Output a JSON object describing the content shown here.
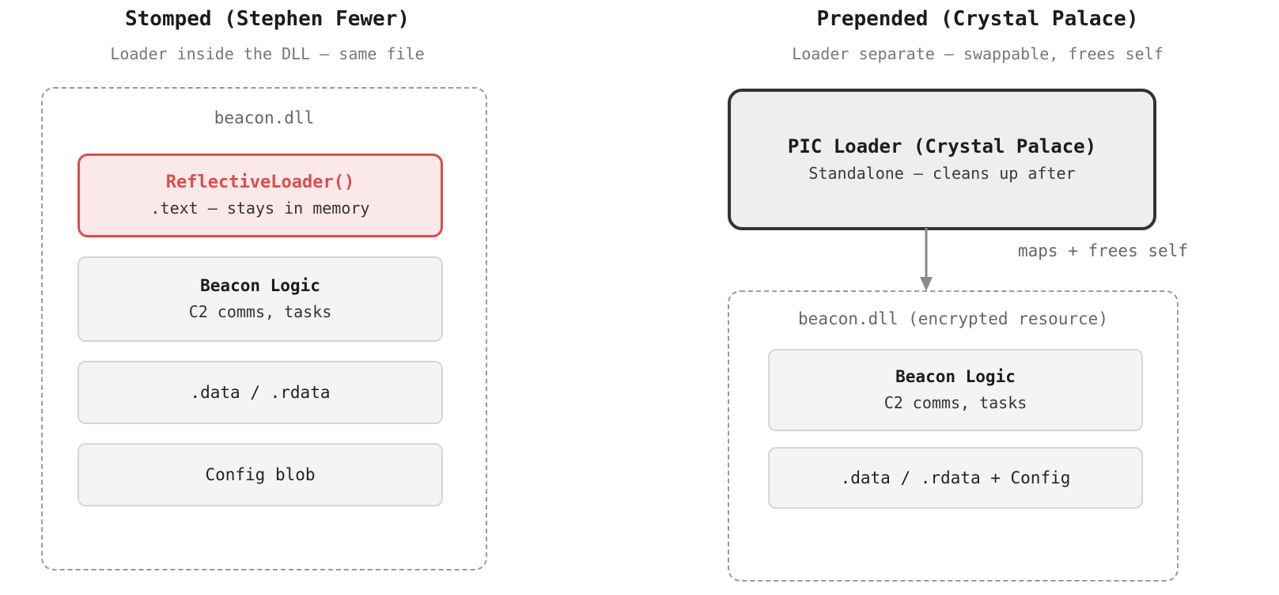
{
  "diagram": {
    "columns": [
      {
        "id": "stomped",
        "title": "Stomped (Stephen Fewer)",
        "subtitle": "Loader inside the DLL — same file",
        "container": {
          "name": "beacon.dll",
          "style": "dashed",
          "label": "beacon.dll"
        },
        "boxes": [
          {
            "id": "reflective-loader",
            "style": "highlight",
            "accent_color": "#dc4c4c",
            "fill_color": "#fbe9e9",
            "title": "ReflectiveLoader()",
            "subtitle": ".text — stays in memory"
          },
          {
            "id": "beacon-logic",
            "style": "plain",
            "fill_color": "#f4f4f4",
            "title": "Beacon Logic",
            "subtitle": "C2 comms, tasks"
          },
          {
            "id": "data-rdata",
            "style": "plain",
            "fill_color": "#f4f4f4",
            "title": ".data / .rdata",
            "subtitle": ""
          },
          {
            "id": "config-blob",
            "style": "plain",
            "fill_color": "#f4f4f4",
            "title": "Config blob",
            "subtitle": ""
          }
        ]
      },
      {
        "id": "prepended",
        "title": "Prepended (Crystal Palace)",
        "subtitle": "Loader separate — swappable, frees self",
        "loader_box": {
          "id": "pic-loader",
          "style": "solid-dark",
          "border_color": "#333333",
          "fill_color": "#eeeeee",
          "title": "PIC Loader (Crystal Palace)",
          "subtitle": "Standalone — cleans up after"
        },
        "arrow": {
          "id": "maps-frees-self",
          "label": "maps + frees self",
          "color": "#8a8a8a",
          "direction": "down"
        },
        "container": {
          "name": "beacon.dll (encrypted resource)",
          "style": "dashed",
          "label": "beacon.dll (encrypted resource)"
        },
        "boxes": [
          {
            "id": "beacon-logic-2",
            "style": "plain",
            "fill_color": "#f4f4f4",
            "title": "Beacon Logic",
            "subtitle": "C2 comms, tasks"
          },
          {
            "id": "data-config",
            "style": "plain",
            "fill_color": "#f4f4f4",
            "title": ".data / .rdata + Config",
            "subtitle": ""
          }
        ]
      }
    ],
    "colors": {
      "background": "#ffffff",
      "text_primary": "#222222",
      "text_muted": "#666666",
      "text_subtitle": "#777777",
      "dashed_border": "#9a9a9a",
      "plain_border": "#d6d6d6",
      "plain_fill": "#f4f4f4",
      "accent_red": "#dc4c4c",
      "accent_red_fill": "#fbe9e9",
      "dark_border": "#333333",
      "arrow": "#8a8a8a"
    }
  }
}
